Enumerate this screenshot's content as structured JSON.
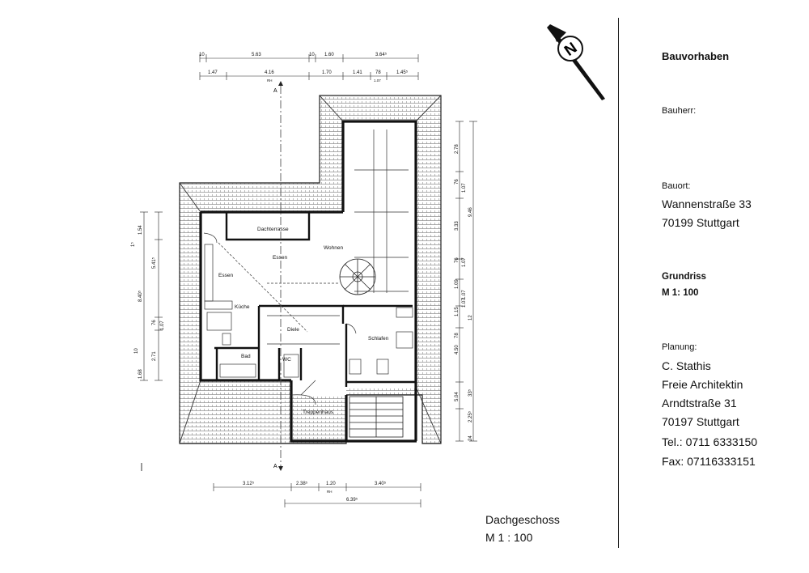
{
  "title_block": {
    "project_heading": "Bauvorhaben",
    "client_label": "Bauherr:",
    "site_label": "Bauort:",
    "site_street": "Wannenstraße 33",
    "site_city": "70199 Stuttgart",
    "drawing_type": "Grundriss",
    "drawing_scale": "M 1: 100",
    "planning_label": "Planung:",
    "architect_name": "C. Stathis",
    "architect_role": "Freie Architektin",
    "architect_street": "Arndtstraße 31",
    "architect_city": "70197 Stuttgart",
    "phone": "Tel.: 0711 6333150",
    "fax": "Fax: 07116333151"
  },
  "plan": {
    "floor_name": "Dachgeschoss",
    "scale": "M 1 : 100",
    "rooms": {
      "dachterrasse": "Dachterrasse",
      "wohnen": "Wohnen",
      "essen_upper": "Essen",
      "essen": "Essen",
      "kueche": "Küche",
      "diele": "Diele",
      "schlafen": "Schlafen",
      "bad": "Bad",
      "wc": "WC",
      "treppenhaus": "Treppenhaus"
    },
    "section_marker": "A",
    "north_symbol": "N",
    "dimensions_top_row1": [
      "10",
      "5.63",
      "10",
      "1.60",
      "3.64⁵"
    ],
    "dimensions_top_row2": [
      "1.47",
      "4.16",
      "1.70",
      "1.41",
      "78",
      "1.45⁵"
    ],
    "dimensions_top_row2_sub": [
      "RH",
      "1.07"
    ],
    "dimensions_bottom_row1": [
      "3.12⁵",
      "2.38⁵",
      "1.20",
      "3.40⁵"
    ],
    "dimensions_bottom_row1_sub": "RH",
    "dimensions_bottom_row2": "6.39⁵",
    "dimensions_left": [
      "1.54",
      "1⁵",
      "5.41⁵",
      "8.40⁵",
      "76",
      "1.07",
      "10",
      "2.71",
      "1.68"
    ],
    "dimensions_right_inner": [
      "2.78",
      "76",
      "1.07",
      "3.33",
      "1.07",
      "76",
      "1.09",
      "1.07",
      "1.15",
      "1.07",
      "78",
      "4.50",
      "12",
      "5.04",
      "33⁵",
      "2.25⁵",
      "24"
    ],
    "dimensions_right_outer": "9.46"
  }
}
